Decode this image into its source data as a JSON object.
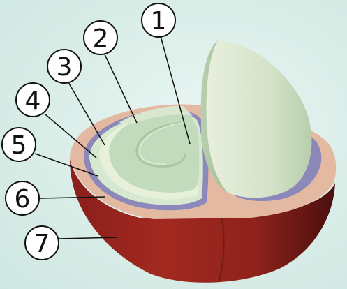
{
  "diagram": {
    "callouts": [
      {
        "id": "1",
        "label": "1"
      },
      {
        "id": "2",
        "label": "2"
      },
      {
        "id": "3",
        "label": "3"
      },
      {
        "id": "4",
        "label": "4"
      },
      {
        "id": "5",
        "label": "5"
      },
      {
        "id": "6",
        "label": "6"
      },
      {
        "id": "7",
        "label": "7"
      }
    ],
    "colors": {
      "exocarp": "#9a2420",
      "mesocarp": "#e2b79f",
      "parchment": "#8b86b9",
      "silverskin": "#d4e6cf",
      "endosperm": "#c3dcbb",
      "bean": "#d9e5cf",
      "background": "#dcefe9"
    }
  }
}
